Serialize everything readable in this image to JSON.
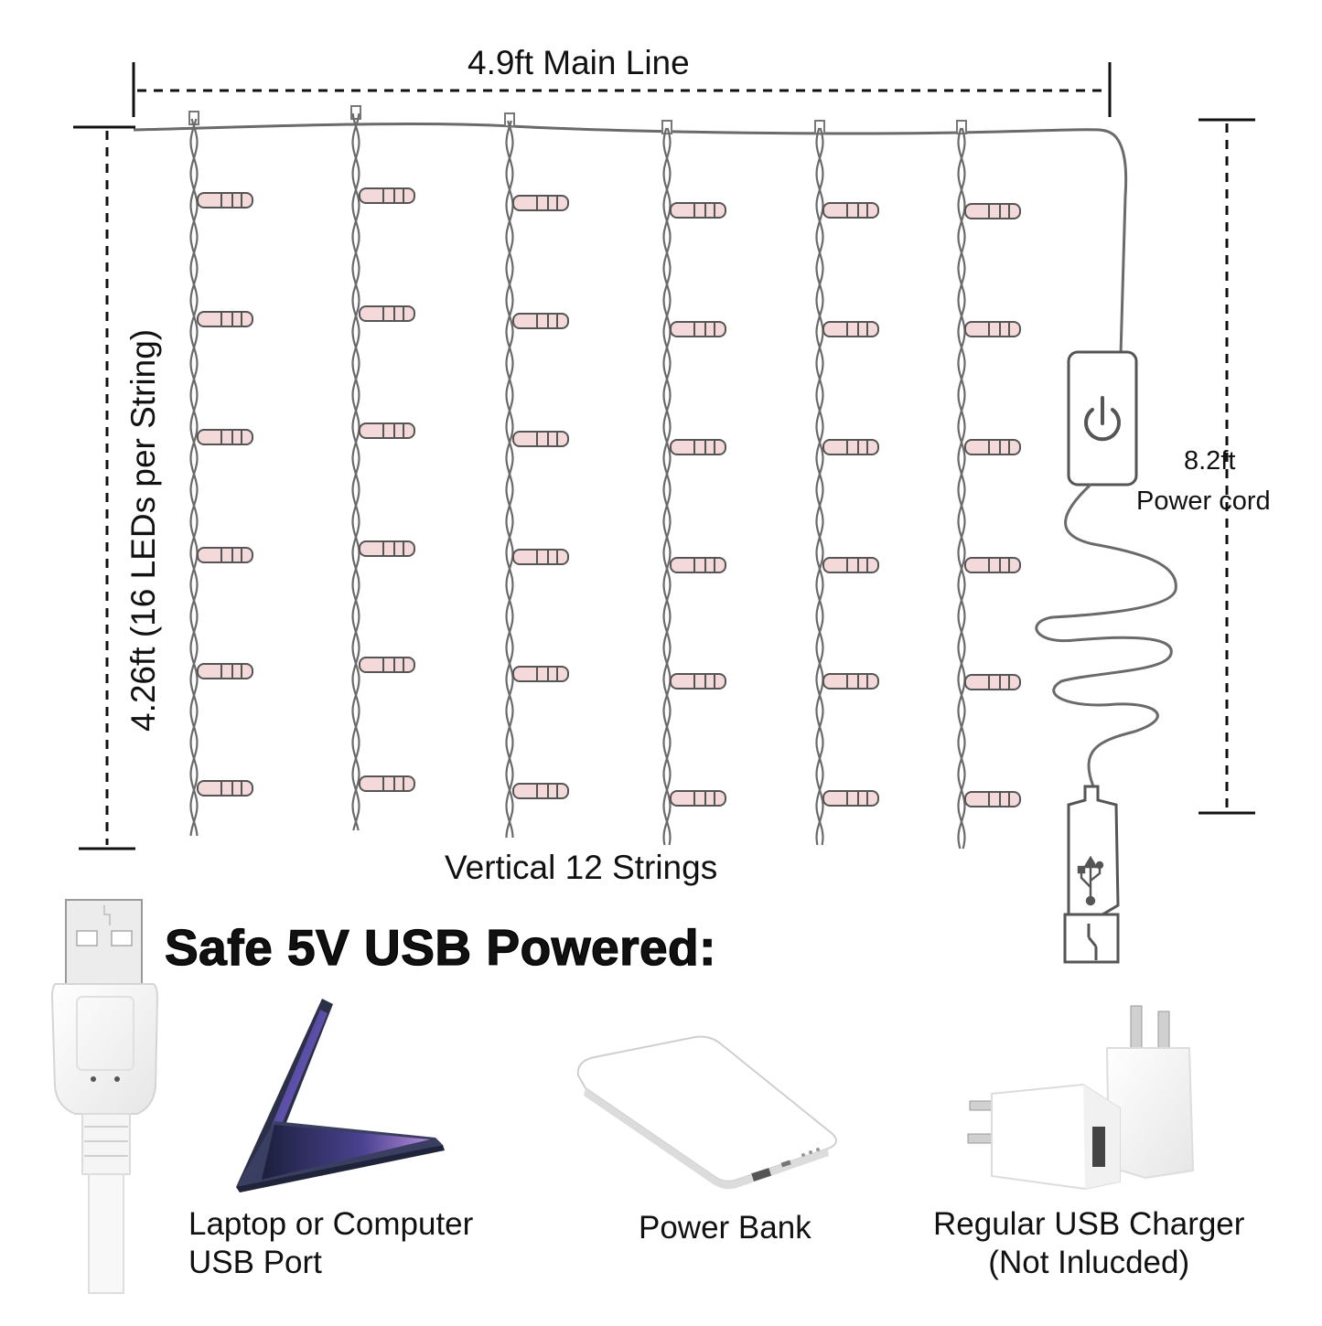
{
  "dimensions": {
    "main_line": "4.9ft Main Line",
    "string_length": "4.26ft (16 LEDs per String)",
    "power_cord_length": "8.2ft",
    "power_cord_label": "Power cord",
    "strings": "Vertical 12 Strings"
  },
  "headline": "Safe 5V USB Powered:",
  "sources": [
    {
      "line1": "Laptop or Computer",
      "line2": "USB Port",
      "icon": "laptop-icon"
    },
    {
      "line1": "Power Bank",
      "line2": "",
      "icon": "power-bank-icon"
    },
    {
      "line1": "Regular USB Charger",
      "line2": "(Not Inlucded)",
      "icon": "usb-charger-icon"
    }
  ],
  "icons": [
    "power-button-icon",
    "usb-plug-icon",
    "usb-symbol-icon",
    "usb-connector-icon"
  ],
  "colors": {
    "text": "#111111",
    "wire": "#6a6a6a",
    "led_tint": "#f3d9d9",
    "laptop_screen": "#5b4fa8"
  }
}
